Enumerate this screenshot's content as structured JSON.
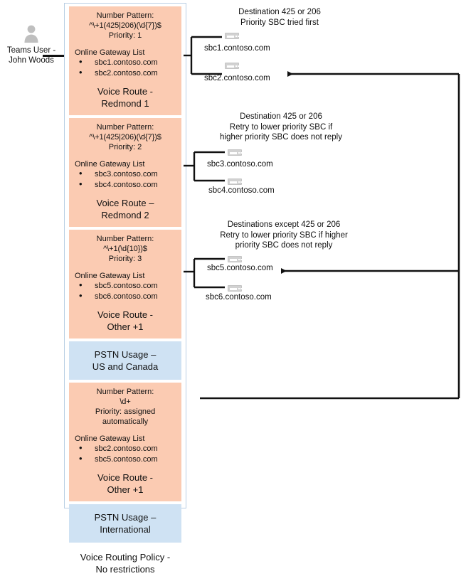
{
  "user": {
    "icon": "person-icon",
    "label_line1": "Teams User -",
    "label_line2": "John Woods"
  },
  "policy_panel": {
    "policy_label_line1": "Voice Routing Policy -",
    "policy_label_line2": "No restrictions",
    "gateway_list_title": "Online Gateway List",
    "routes": [
      {
        "pattern_label": "Number Pattern:",
        "pattern": "^\\+1(425|206)(\\d{7})$",
        "priority": "Priority: 1",
        "gateways": [
          "sbc1.contoso.com",
          "sbc2.contoso.com"
        ],
        "name_line1": "Voice Route -",
        "name_line2": "Redmond 1"
      },
      {
        "pattern_label": "Number Pattern:",
        "pattern": "^\\+1(425|206)(\\d{7})$",
        "priority": "Priority: 2",
        "gateways": [
          "sbc3.contoso.com",
          "sbc4.contoso.com"
        ],
        "name_line1": "Voice Route –",
        "name_line2": "Redmond 2"
      },
      {
        "pattern_label": "Number Pattern:",
        "pattern": "^\\+1(\\d{10})$",
        "priority": "Priority: 3",
        "gateways": [
          "sbc5.contoso.com",
          "sbc6.contoso.com"
        ],
        "name_line1": "Voice Route -",
        "name_line2": "Other +1"
      },
      {
        "pattern_label": "Number Pattern:",
        "pattern": "\\d+",
        "priority": "Priority: assigned",
        "priority2": "automatically",
        "gateways": [
          "sbc2.contoso.com",
          "sbc5.contoso.com"
        ],
        "name_line1": "Voice Route -",
        "name_line2": "Other +1"
      }
    ],
    "usages": [
      {
        "line1": "PSTN Usage –",
        "line2": "US and Canada"
      },
      {
        "line1": "PSTN Usage –",
        "line2": "International"
      }
    ]
  },
  "annotations": [
    {
      "lines": [
        "Destination 425 or 206",
        "Priority SBC tried first"
      ],
      "sbcs": [
        "sbc1.contoso.com",
        "sbc2.contoso.com"
      ]
    },
    {
      "lines": [
        "Destination 425 or 206",
        "Retry to lower priority SBC if",
        "higher priority SBC does not reply"
      ],
      "sbcs": [
        "sbc3.contoso.com",
        "sbc4.contoso.com"
      ]
    },
    {
      "lines": [
        "Destinations except 425 or 206",
        "Retry to lower priority SBC if higher",
        "priority SBC does not reply"
      ],
      "sbcs": [
        "sbc5.contoso.com",
        "sbc6.contoso.com"
      ]
    }
  ],
  "colors": {
    "route_fill": "#fbcbb2",
    "usage_fill": "#cfe2f3",
    "panel_border": "#b9cfe4",
    "wire": "#111111",
    "sbc_icon": "#d2d2d2"
  }
}
